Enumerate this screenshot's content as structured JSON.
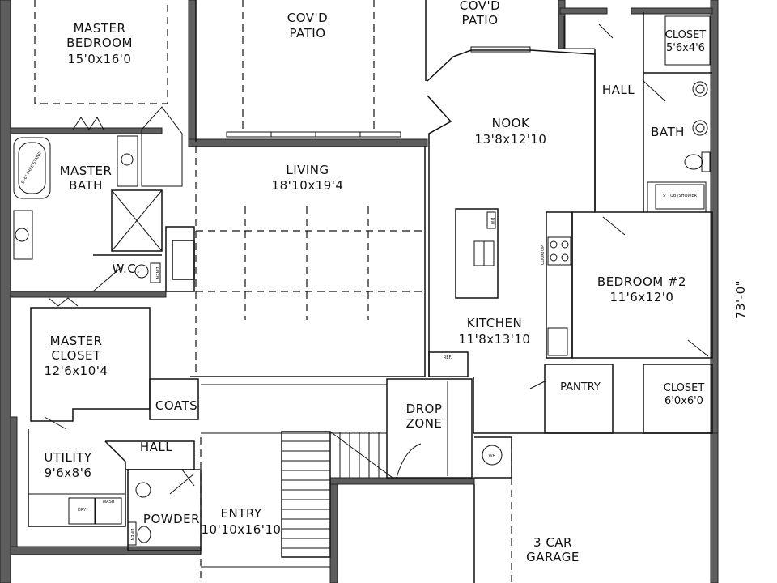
{
  "rooms": {
    "master_bedroom": {
      "name": "MASTER BEDROOM",
      "line1": "MASTER",
      "line2": "BEDROOM",
      "dims": "15'0x16'0"
    },
    "covd_patio_left": {
      "line1": "COV'D",
      "line2": "PATIO"
    },
    "covd_patio_right": {
      "line1": "COV'D",
      "line2": "PATIO"
    },
    "closet_top": {
      "name": "CLOSET",
      "dims": "5'6x4'6"
    },
    "hall_right": {
      "name": "HALL"
    },
    "nook": {
      "name": "NOOK",
      "dims": "13'8x12'10"
    },
    "bath": {
      "name": "BATH"
    },
    "master_bath": {
      "line1": "MASTER",
      "line2": "BATH"
    },
    "living": {
      "name": "LIVING",
      "dims": "18'10x19'4"
    },
    "wc": {
      "name": "W.C."
    },
    "bedroom2": {
      "name": "BEDROOM #2",
      "dims": "11'6x12'0"
    },
    "kitchen": {
      "name": "KITCHEN",
      "dims": "11'8x13'10"
    },
    "master_closet": {
      "line1": "MASTER",
      "line2": "CLOSET",
      "dims": "12'6x10'4"
    },
    "coats": {
      "name": "COATS"
    },
    "drop_zone": {
      "line1": "DROP",
      "line2": "ZONE"
    },
    "pantry": {
      "name": "PANTRY"
    },
    "closet_bottom": {
      "name": "CLOSET",
      "dims": "6'0x6'0"
    },
    "utility": {
      "name": "UTILITY",
      "dims": "9'6x8'6"
    },
    "hall_left": {
      "name": "HALL"
    },
    "entry": {
      "name": "ENTRY",
      "dims": "10'10x16'10"
    },
    "powder": {
      "name": "POWDER"
    },
    "garage": {
      "line1": "3 CAR",
      "line2": "GARAGE"
    }
  },
  "fixtures": {
    "ref": "REF.",
    "wh": "WH",
    "tub_shower": "5' TUB /SHOWER",
    "cooktop": "COOKTOP",
    "dw": "DW",
    "dry": "DRY",
    "wash": "WASH",
    "linen": "LINEN",
    "tub_free": "5'-6\" FREE STAND"
  },
  "dimension": {
    "overall_depth": "73'-0\""
  }
}
